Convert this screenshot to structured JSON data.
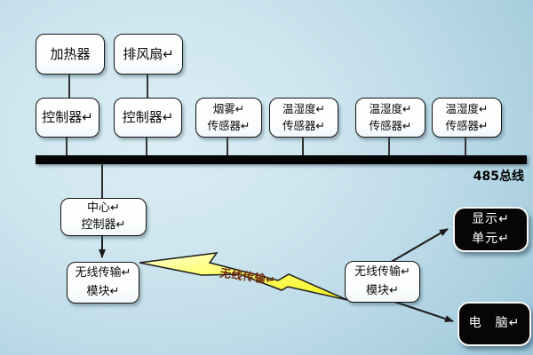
{
  "bus": {
    "label": "485总线"
  },
  "nodes": {
    "heater": {
      "label": "加热器"
    },
    "exhaust_fan": {
      "label": "排风扇↵"
    },
    "controller_1": {
      "label": "控制器↵"
    },
    "controller_2": {
      "label": "控制器↵"
    },
    "smoke_sensor": {
      "label": "烟雾↵\n传感器↵"
    },
    "temp_humidity_sensor_1": {
      "label": "温湿度↵\n传感器↵"
    },
    "temp_humidity_sensor_2": {
      "label": "温湿度↵\n传感器↵"
    },
    "temp_humidity_sensor_3": {
      "label": "温湿度↵\n传感器↵"
    },
    "central_controller": {
      "label": "中心↵\n控制器↵"
    },
    "wireless_module_left": {
      "label": "无线传输↵\n模块↵"
    },
    "wireless_module_right": {
      "label": "无线传输↵\n模块↵"
    },
    "display_unit": {
      "label": "显示↵\n单元↵"
    },
    "computer": {
      "label": "电　脑↵"
    }
  },
  "wireless_link": {
    "label": "无线传输↵"
  },
  "colors": {
    "background_center": "#cfe6ef",
    "background_edge": "#95c1d4",
    "node_fill": "#ffffff",
    "node_border": "#141414",
    "dark_node_fill": "#060606",
    "dark_node_text": "#ffffff",
    "bus_bar": "#040404",
    "bolt_fill_light": "#ffffd2",
    "bolt_fill_deep": "#f4f42e",
    "bolt_outline": "#1c1c1c",
    "bolt_text": "#6e2a0e",
    "connector_line": "#333333"
  }
}
